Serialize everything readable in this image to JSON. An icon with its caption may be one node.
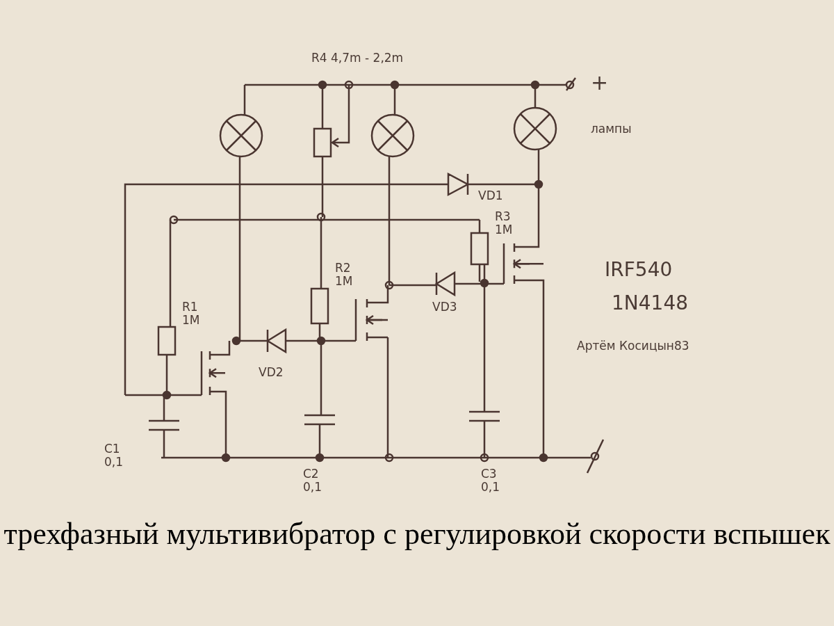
{
  "diagram": {
    "caption": "трехфазный мультивибратор с регулировкой скорости вспышек",
    "labels": [
      "R4 4,7m - 2,2m",
      "+",
      "лампы",
      "VD1",
      "R3 1M",
      "IRF540",
      "R2 1M",
      "1N4148",
      "VD3",
      "R1 1M",
      "Артём Косицын83",
      "VD2",
      "C1 0,1",
      "C2 0,1",
      "C3 0,1"
    ]
  }
}
